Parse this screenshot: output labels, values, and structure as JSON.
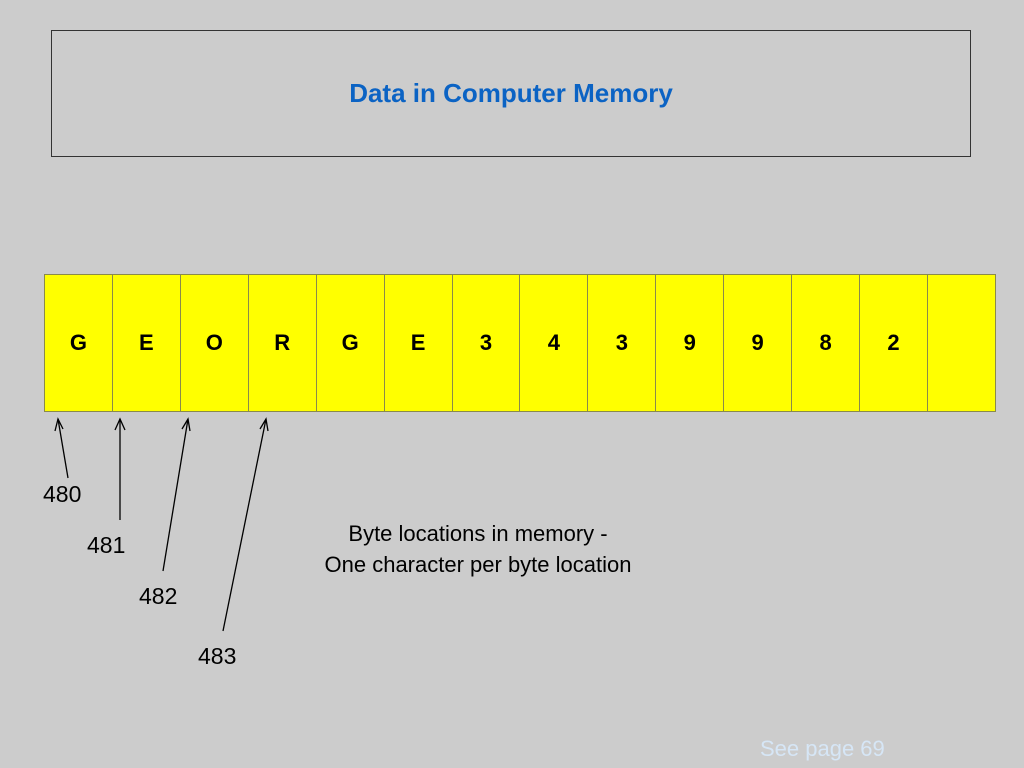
{
  "slide": {
    "title": "Data in Computer Memory",
    "memory_cells": [
      "G",
      "E",
      "O",
      "R",
      "G",
      "E",
      "3",
      "4",
      "3",
      "9",
      "9",
      "8",
      "2",
      ""
    ],
    "address_labels": [
      "480",
      "481",
      "482",
      "483"
    ],
    "caption_line1": "Byte locations in memory -",
    "caption_line2": "One character per byte location",
    "footer_note": "See page 69"
  },
  "colors": {
    "background": "#cccccc",
    "title": "#0b63c4",
    "cell_fill": "#ffff00",
    "footer": "#d6e6f6"
  }
}
